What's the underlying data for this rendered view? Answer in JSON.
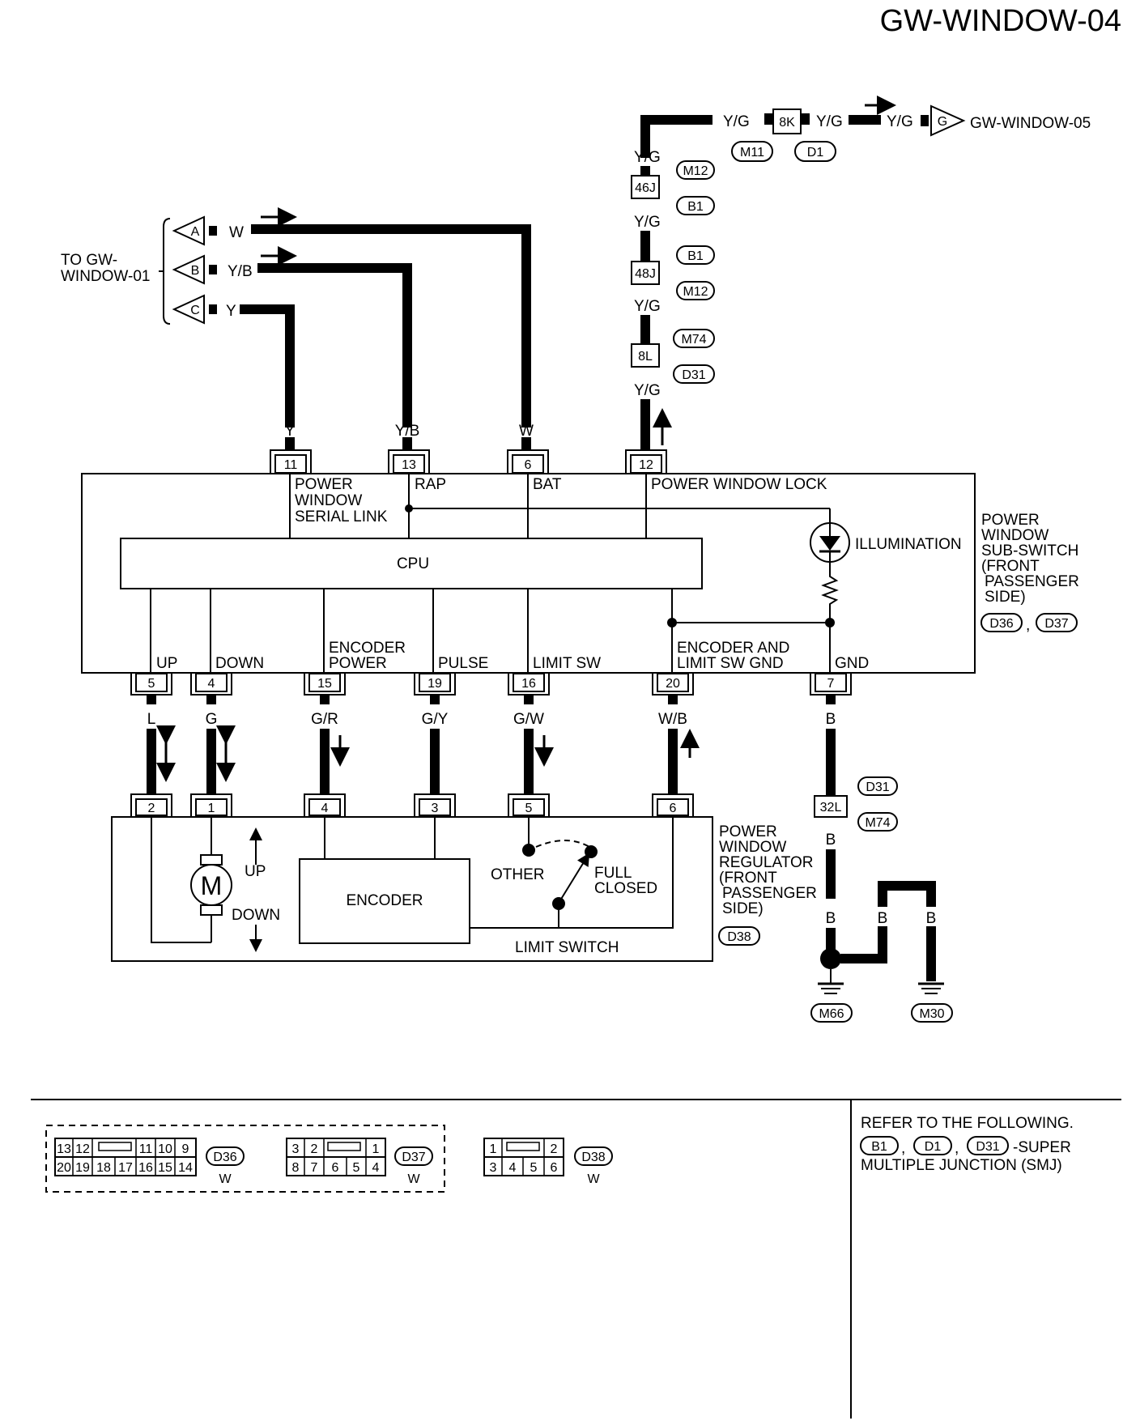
{
  "page_id": "GW-WINDOW-04",
  "connectors_top": {
    "to_label": "TO GW-\nWINDOW-01",
    "A": {
      "letter": "A",
      "wire": "W"
    },
    "B": {
      "letter": "B",
      "wire": "Y/B"
    },
    "C": {
      "letter": "C",
      "wire": "Y"
    }
  },
  "right_chain": {
    "wire_yg": "Y/G",
    "junction_8k": "8K",
    "m11": "M11",
    "d1": "D1",
    "g_letter": "G",
    "g_target": "GW-WINDOW-05",
    "junction_46j": "46J",
    "m12a": "M12",
    "b1a": "B1",
    "junction_48j": "48J",
    "b1b": "B1",
    "m12b": "M12",
    "junction_8l": "8L",
    "m74": "M74",
    "d31": "D31"
  },
  "sub_switch": {
    "name": "POWER\nWINDOW\nSUB-SWITCH\n(FRONT\n PASSENGER\n SIDE)",
    "conn1": "D36",
    "conn2": "D37",
    "sep": ",",
    "cpu": "CPU",
    "illumination": "ILLUMINATION",
    "top_pins": [
      {
        "pin": "11",
        "wire": "Y",
        "func": "POWER\nWINDOW\nSERIAL LINK"
      },
      {
        "pin": "13",
        "wire": "Y/B",
        "func": "RAP"
      },
      {
        "pin": "6",
        "wire": "W",
        "func": "BAT"
      },
      {
        "pin": "12",
        "wire": "Y/G",
        "func": "POWER WINDOW LOCK"
      }
    ],
    "bottom_pins": [
      {
        "pin": "5",
        "wire": "L",
        "func": "UP"
      },
      {
        "pin": "4",
        "wire": "G",
        "func": "DOWN"
      },
      {
        "pin": "15",
        "wire": "G/R",
        "func": "ENCODER\nPOWER"
      },
      {
        "pin": "19",
        "wire": "G/Y",
        "func": "PULSE"
      },
      {
        "pin": "16",
        "wire": "G/W",
        "func": "LIMIT SW"
      },
      {
        "pin": "20",
        "wire": "W/B",
        "func": "ENCODER AND\nLIMIT SW GND"
      },
      {
        "pin": "7",
        "wire": "B",
        "func": "GND"
      }
    ]
  },
  "regulator": {
    "name": "POWER\nWINDOW\nREGULATOR\n(FRONT\n PASSENGER\n SIDE)",
    "conn": "D38",
    "motor": "M",
    "up": "UP",
    "down": "DOWN",
    "encoder": "ENCODER",
    "other": "OTHER",
    "full_closed": "FULL\nCLOSED",
    "limit_switch": "LIMIT SWITCH",
    "pins": [
      "2",
      "1",
      "4",
      "3",
      "5",
      "6"
    ]
  },
  "ground": {
    "junction_32l": "32L",
    "d31": "D31",
    "m74": "M74",
    "wire": "B",
    "m66": "M66",
    "m30": "M30"
  },
  "connector_views": {
    "d36": {
      "name": "D36",
      "color": "W",
      "row1": [
        "13",
        "12",
        "",
        "11",
        "10",
        "9"
      ],
      "row2": [
        "20",
        "19",
        "18",
        "17",
        "16",
        "15",
        "14"
      ]
    },
    "d37": {
      "name": "D37",
      "color": "W",
      "row1": [
        "3",
        "2",
        "",
        "1"
      ],
      "row2": [
        "8",
        "7",
        "6",
        "5",
        "4"
      ]
    },
    "d38": {
      "name": "D38",
      "color": "W",
      "row1": [
        "1",
        "",
        "2"
      ],
      "row2": [
        "3",
        "4",
        "5",
        "6"
      ]
    }
  },
  "refer": {
    "line1": "REFER TO THE FOLLOWING.",
    "b1": "B1",
    "d1": "D1",
    "d31": "D31",
    "sep": ",",
    "super": "-SUPER",
    "line3": "MULTIPLE JUNCTION (SMJ)"
  }
}
